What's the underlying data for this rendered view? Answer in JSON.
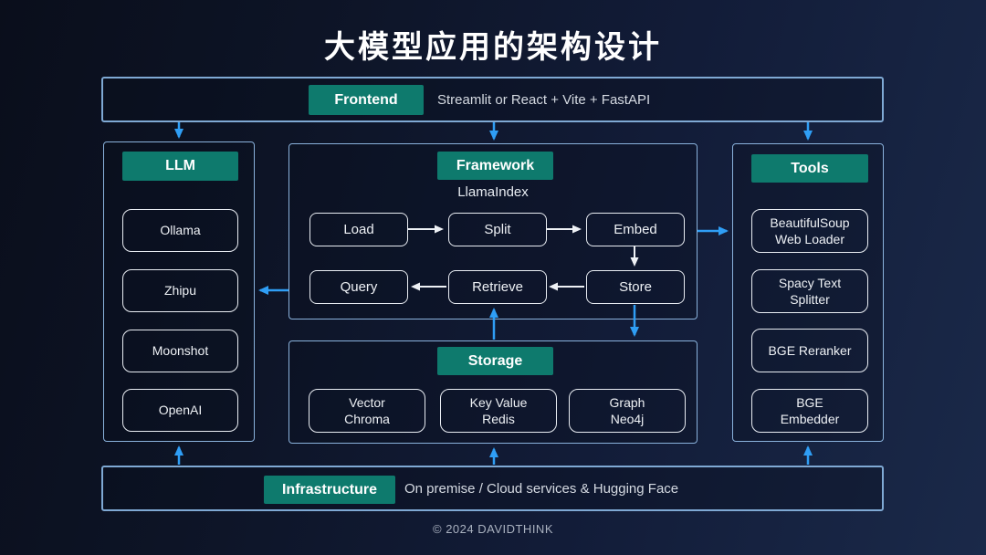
{
  "title": "大模型应用的架构设计",
  "frontend": {
    "label": "Frontend",
    "description": "Streamlit or React + Vite + FastAPI"
  },
  "llm": {
    "label": "LLM",
    "items": [
      "Ollama",
      "Zhipu",
      "Moonshot",
      "OpenAI"
    ]
  },
  "framework": {
    "label": "Framework",
    "subtitle": "LlamaIndex",
    "nodes": {
      "load": "Load",
      "split": "Split",
      "embed": "Embed",
      "query": "Query",
      "retrieve": "Retrieve",
      "store": "Store"
    }
  },
  "storage": {
    "label": "Storage",
    "items": [
      [
        "Vector",
        "Chroma"
      ],
      [
        "Key Value",
        "Redis"
      ],
      [
        "Graph",
        "Neo4j"
      ]
    ]
  },
  "tools": {
    "label": "Tools",
    "items": [
      [
        "BeautifulSoup",
        "Web Loader"
      ],
      [
        "Spacy Text",
        "Splitter"
      ],
      [
        "BGE Reranker"
      ],
      [
        "BGE",
        "Embedder"
      ]
    ]
  },
  "infrastructure": {
    "label": "Infrastructure",
    "description": "On premise / Cloud services & Hugging Face"
  },
  "footer": "© 2024 DAVIDTHINK",
  "colors": {
    "accent_teal": "#0e7a6d",
    "arrow_blue": "#2f9ef5",
    "arrow_white": "#eef1f5",
    "panel_border": "#8ab2dc",
    "node_border": "#e9edf3",
    "background_dark": "#0a0e1b",
    "background_light": "#1a2949"
  }
}
